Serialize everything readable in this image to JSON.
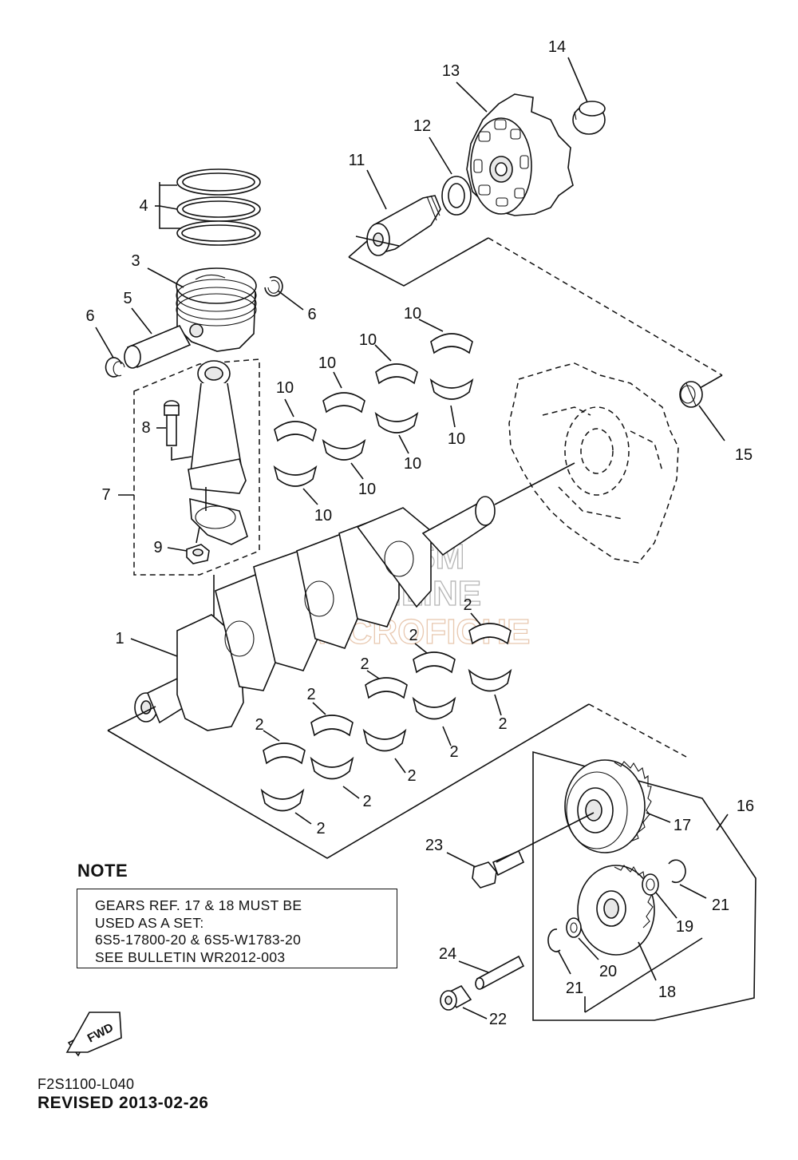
{
  "callouts": [
    "1",
    "2",
    "3",
    "4",
    "5",
    "6",
    "7",
    "8",
    "9",
    "10",
    "11",
    "12",
    "13",
    "14",
    "15",
    "16",
    "17",
    "18",
    "19",
    "20",
    "21",
    "22",
    "23",
    "24"
  ],
  "watermark": [
    "HLSM",
    "ONLINE",
    "MICROFICHE"
  ],
  "note": {
    "heading": "NOTE",
    "lines": [
      "GEARS REF. 17 & 18 MUST BE",
      "USED AS A SET:",
      "6S5-17800-20 & 6S5-W1783-20",
      "SEE BULLETIN WR2012-003"
    ]
  },
  "fwd_label": "FWD",
  "diagram_code": "F2S1100-L040",
  "revised": "REVISED 2013-02-26"
}
